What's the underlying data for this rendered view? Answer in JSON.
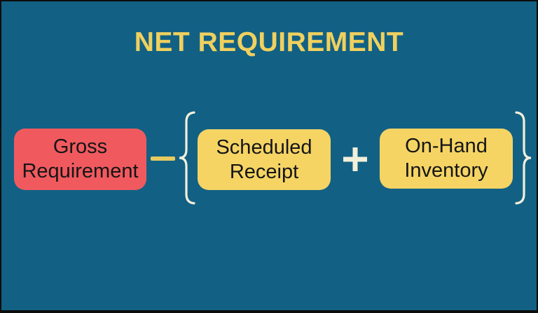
{
  "page": {
    "title": "NET REQUIREMENT"
  },
  "colors": {
    "background": "#126184",
    "frame_border": "#0c0c0c",
    "gross_box_fill": "#F05A5F",
    "term_box_fill": "#F5D464",
    "title_text": "#F0D05E",
    "minus_sign": "#E8CB60",
    "brace_and_plus": "#F2EFDB",
    "box_text": "#151515"
  },
  "formula": {
    "gross": {
      "label": "Gross Requirement",
      "lines": [
        "Gross",
        "Requirement"
      ]
    },
    "minus_operator": "−",
    "open_brace": "{",
    "scheduled": {
      "label": "Scheduled Receipt",
      "lines": [
        "Scheduled",
        "Receipt"
      ]
    },
    "plus_operator": "+",
    "on_hand": {
      "label": "On-Hand Inventory",
      "lines": [
        "On-Hand",
        "Inventory"
      ]
    },
    "close_brace": "}"
  }
}
